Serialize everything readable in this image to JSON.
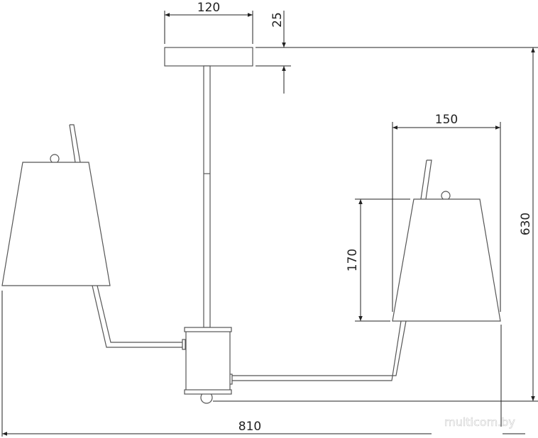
{
  "drawing": {
    "dimensions": {
      "canopy_width": "120",
      "canopy_height": "25",
      "shade_width": "150",
      "shade_height": "170",
      "total_height": "630",
      "total_width": "810"
    },
    "watermark": "multicom.by",
    "colors": {
      "line": "#555555",
      "dimension": "#222222"
    }
  }
}
